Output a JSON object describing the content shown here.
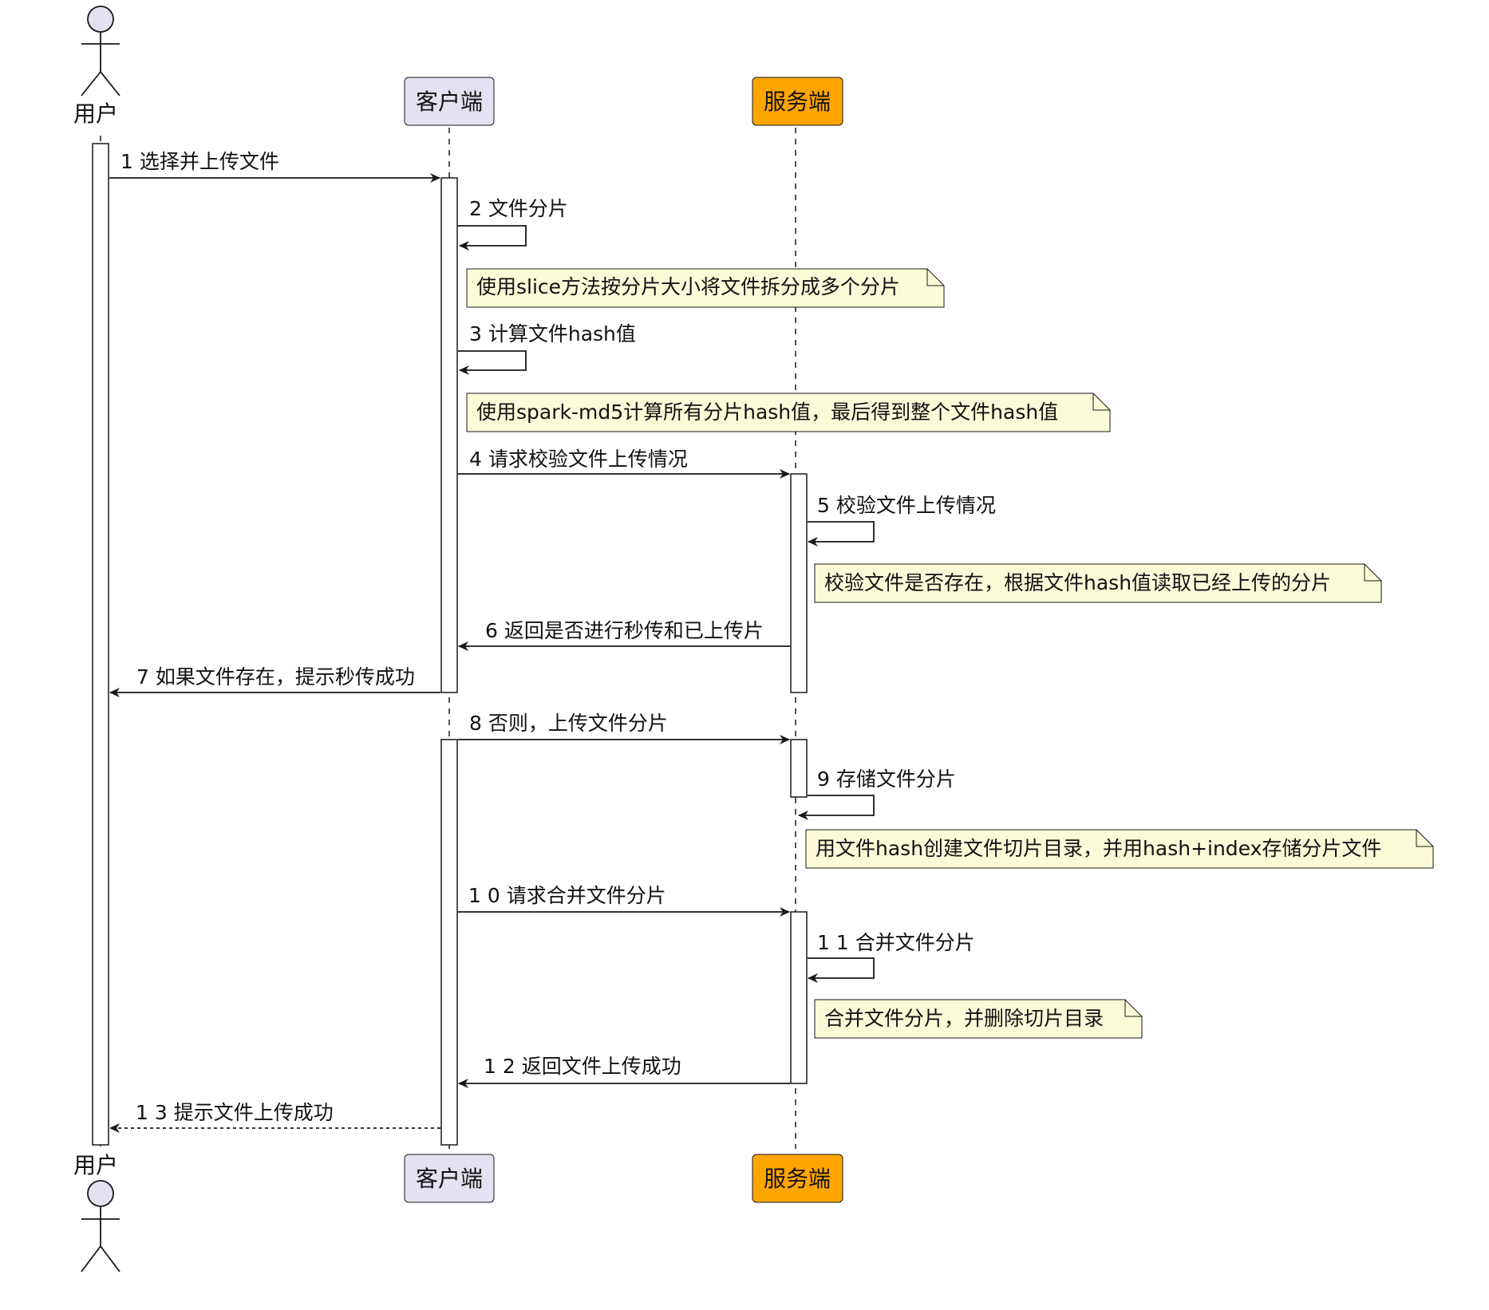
{
  "participants": {
    "user": {
      "name": "用户"
    },
    "client": {
      "name": "客户端",
      "color": "#e2e2f0"
    },
    "server": {
      "name": "服务端",
      "color": "#ffa500"
    }
  },
  "messages": [
    {
      "label": "1  选择并上传文件"
    },
    {
      "label": "2  文件分片"
    },
    {
      "label": "3  计算文件hash值"
    },
    {
      "label": "4  请求校验文件上传情况"
    },
    {
      "label": "5  校验文件上传情况"
    },
    {
      "label": "6  返回是否进行秒传和已上传片"
    },
    {
      "label": "7  如果文件存在，提示秒传成功"
    },
    {
      "label": "8  否则，上传文件分片"
    },
    {
      "label": "9  存储文件分片"
    },
    {
      "label": "1 0  请求合并文件分片"
    },
    {
      "label": "1 1  合并文件分片"
    },
    {
      "label": "1 2  返回文件上传成功"
    },
    {
      "label": "1 3  提示文件上传成功"
    }
  ],
  "notes": [
    {
      "text": "使用slice方法按分片大小将文件拆分成多个分片"
    },
    {
      "text": "使用spark-md5计算所有分片hash值，最后得到整个文件hash值"
    },
    {
      "text": "校验文件是否存在，根据文件hash值读取已经上传的分片"
    },
    {
      "text": "用文件hash创建文件切片目录，并用hash+index存储分片文件"
    },
    {
      "text": "合并文件分片，并删除切片目录"
    }
  ],
  "colors": {
    "line": "#181818",
    "note_fill": "#fbfbd8",
    "activation_fill": "#ffffff",
    "actor_fill": "#e2e2f0"
  }
}
